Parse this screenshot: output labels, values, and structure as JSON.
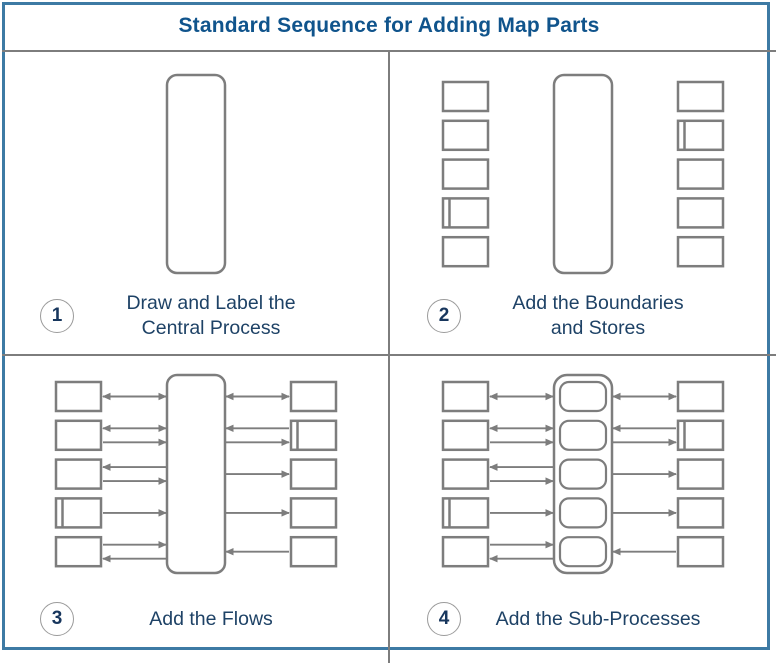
{
  "title": "Standard Sequence for Adding Map Parts",
  "colors": {
    "frame_border": "#3d7aa4",
    "grid_line": "#7d7d7d",
    "shape_stroke": "#7d7d7d",
    "title_text": "#10548c",
    "caption_text": "#1e4266",
    "number_text": "#17365d",
    "circle_stroke": "#9b9b9b"
  },
  "panels": [
    {
      "number": "1",
      "caption_lines": [
        "Draw and Label the",
        "Central Process"
      ],
      "diagram": {
        "central_process": true,
        "sub_process_count": 0,
        "left_column": [],
        "right_column": []
      }
    },
    {
      "number": "2",
      "caption_lines": [
        "Add the Boundaries",
        "and Stores"
      ],
      "diagram": {
        "central_process": true,
        "sub_process_count": 0,
        "left_column": [
          {
            "store": false,
            "flows": []
          },
          {
            "store": false,
            "flows": []
          },
          {
            "store": false,
            "flows": []
          },
          {
            "store": true,
            "flows": []
          },
          {
            "store": false,
            "flows": []
          }
        ],
        "right_column": [
          {
            "store": false,
            "flows": []
          },
          {
            "store": true,
            "flows": []
          },
          {
            "store": false,
            "flows": []
          },
          {
            "store": false,
            "flows": []
          },
          {
            "store": false,
            "flows": []
          }
        ]
      }
    },
    {
      "number": "3",
      "caption_lines": [
        "Add the Flows"
      ],
      "diagram": {
        "central_process": true,
        "sub_process_count": 0,
        "left_column": [
          {
            "store": false,
            "flows": [
              "both"
            ]
          },
          {
            "store": false,
            "flows": [
              "both",
              "to_central"
            ]
          },
          {
            "store": false,
            "flows": [
              "to_box",
              "to_central"
            ]
          },
          {
            "store": true,
            "flows": [
              "to_central"
            ]
          },
          {
            "store": false,
            "flows": [
              "to_central",
              "to_box"
            ]
          }
        ],
        "right_column": [
          {
            "store": false,
            "flows": [
              "both"
            ]
          },
          {
            "store": true,
            "flows": [
              "to_central",
              "to_box"
            ]
          },
          {
            "store": false,
            "flows": [
              "to_box"
            ]
          },
          {
            "store": false,
            "flows": [
              "to_box"
            ]
          },
          {
            "store": false,
            "flows": [
              "to_central"
            ]
          }
        ]
      }
    },
    {
      "number": "4",
      "caption_lines": [
        "Add the Sub-Processes"
      ],
      "diagram": {
        "central_process": true,
        "sub_process_count": 5,
        "left_column": [
          {
            "store": false,
            "flows": [
              "both"
            ]
          },
          {
            "store": false,
            "flows": [
              "both",
              "to_central"
            ]
          },
          {
            "store": false,
            "flows": [
              "to_box",
              "to_central"
            ]
          },
          {
            "store": true,
            "flows": [
              "to_central"
            ]
          },
          {
            "store": false,
            "flows": [
              "to_central",
              "to_box"
            ]
          }
        ],
        "right_column": [
          {
            "store": false,
            "flows": [
              "both"
            ]
          },
          {
            "store": true,
            "flows": [
              "to_central",
              "to_box"
            ]
          },
          {
            "store": false,
            "flows": [
              "to_box"
            ]
          },
          {
            "store": false,
            "flows": [
              "to_box"
            ]
          },
          {
            "store": false,
            "flows": [
              "to_central"
            ]
          }
        ]
      }
    }
  ]
}
